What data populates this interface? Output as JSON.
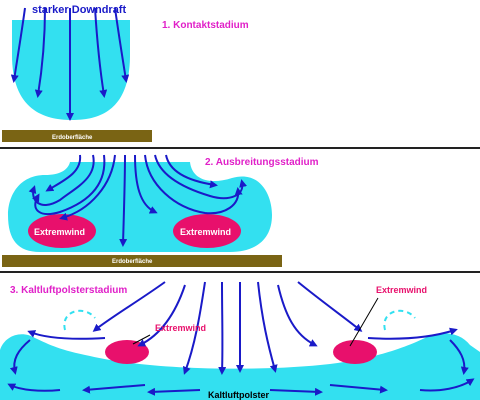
{
  "panels": [
    {
      "title": "1. Kontaktstadium",
      "top_label": "starker Downdraft",
      "ground_label": "Erdoberfläche"
    },
    {
      "title": "2. Ausbreitungsstadium",
      "ground_label": "Erdoberfläche",
      "zone_labels": [
        "Extremwind",
        "Extremwind"
      ]
    },
    {
      "title": "3. Kaltluftpolsterstadium",
      "extreme_label_left": "Extremwind",
      "extreme_label_right": "Extremwind",
      "cushion_label": "Kaltluftpolster"
    }
  ],
  "colors": {
    "air": "#33e0f0",
    "arrow": "#1a1ac8",
    "extreme": "#e8106c",
    "title": "#e020c8",
    "ground": "#7a6414",
    "divider": "#222222"
  }
}
